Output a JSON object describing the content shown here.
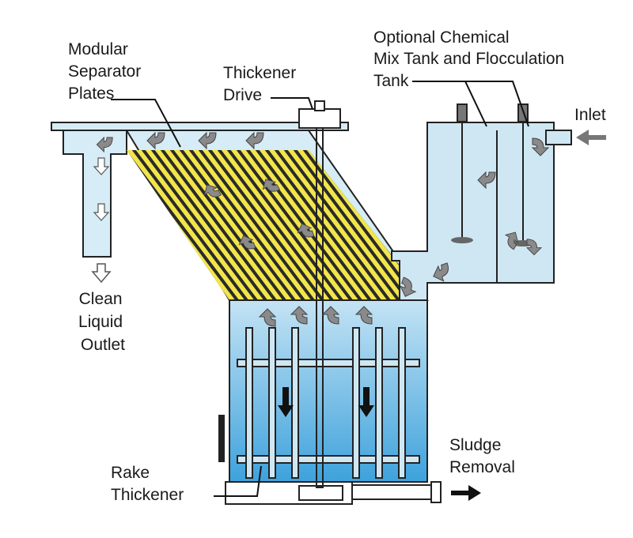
{
  "labels": {
    "modular": [
      "Modular",
      "Separator",
      "Plates"
    ],
    "thickener_drive": [
      "Thickener",
      "Drive"
    ],
    "optional": [
      "Optional Chemical",
      "Mix Tank and Flocculation",
      "Tank"
    ],
    "inlet": "Inlet",
    "clean": [
      "Clean",
      "Liquid",
      "Outlet"
    ],
    "sludge": [
      "Sludge",
      "Removal"
    ],
    "rake": [
      "Rake",
      "Thickener"
    ]
  },
  "colors": {
    "water_light": "#d6ecf6",
    "water_tank": "#cfe7f3",
    "thickener_top": "#bfe0f2",
    "thickener_bottom": "#3ea2dc",
    "plate_stripe": "#f2e54a",
    "plate_gap": "#2a2a2a",
    "arrow_gray": "#8a8a8a",
    "outline": "#222222"
  },
  "icons": {
    "flow_arrow": "curved-flow-arrow-icon",
    "down_arrow": "down-arrow-icon",
    "sludge_arrow": "right-arrow-icon",
    "inlet_arrow": "left-arrow-icon"
  }
}
